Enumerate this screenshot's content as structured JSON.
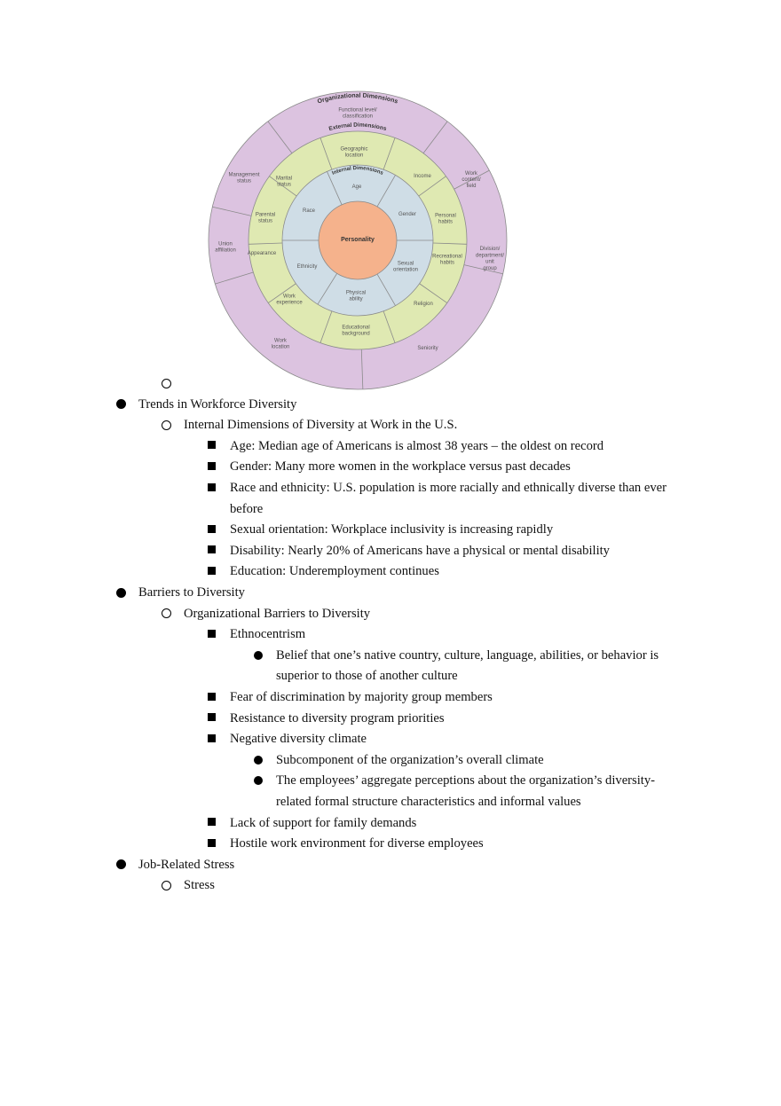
{
  "diagram": {
    "ring_labels": {
      "organizational": "Organizational Dimensions",
      "external": "External Dimensions",
      "internal": "Internal Dimensions"
    },
    "core": "Personality",
    "colors": {
      "organizational": "#dcc3e0",
      "external": "#dfe9b2",
      "internal": "#cfdde6",
      "core": "#f5b28c",
      "stroke": "#8a8a8a"
    },
    "organizational_items": [
      [
        "Functional level/",
        "classification"
      ],
      [
        "Work",
        "content/",
        "field"
      ],
      [
        "Division/",
        "department/",
        "unit",
        "group"
      ],
      [
        "Seniority"
      ],
      [
        "Work",
        "location"
      ],
      [
        "Union",
        "affiliation"
      ],
      [
        "Management",
        "status"
      ]
    ],
    "external_items": [
      [
        "Geographic",
        "location"
      ],
      [
        "Income"
      ],
      [
        "Personal",
        "habits"
      ],
      [
        "Recreational",
        "habits"
      ],
      [
        "Religion"
      ],
      [
        "Educational",
        "background"
      ],
      [
        "Work",
        "experience"
      ],
      [
        "Appearance"
      ],
      [
        "Parental",
        "status"
      ],
      [
        "Marital",
        "status"
      ]
    ],
    "internal_items": [
      [
        "Age"
      ],
      [
        "Gender"
      ],
      [
        "Sexual",
        "orientation"
      ],
      [
        "Physical",
        "ability"
      ],
      [
        "Ethnicity"
      ],
      [
        "Race"
      ]
    ]
  },
  "outline": [
    {
      "level": 2,
      "text": ""
    },
    {
      "level": 1,
      "text": "Trends in Workforce Diversity"
    },
    {
      "level": 2,
      "text": "Internal Dimensions of Diversity at Work in the U.S."
    },
    {
      "level": 3,
      "text": "Age: Median age of Americans is almost 38 years – the oldest on record"
    },
    {
      "level": 3,
      "text": "Gender: Many more women in the workplace versus past decades"
    },
    {
      "level": 3,
      "text": "Race and ethnicity: U.S. population is more racially and ethnically diverse than ever"
    },
    {
      "level": 0,
      "indent": 3,
      "text": "before"
    },
    {
      "level": 3,
      "text": "Sexual orientation: Workplace inclusivity is increasing rapidly"
    },
    {
      "level": 3,
      "text": "Disability: Nearly 20% of Americans have a physical or mental disability"
    },
    {
      "level": 3,
      "text": "Education: Underemployment continues"
    },
    {
      "level": 1,
      "text": "Barriers to Diversity"
    },
    {
      "level": 2,
      "text": "Organizational Barriers to Diversity"
    },
    {
      "level": 3,
      "text": "Ethnocentrism"
    },
    {
      "level": 4,
      "text": "Belief that one’s native country, culture, language, abilities, or behavior is"
    },
    {
      "level": 0,
      "indent": 4,
      "text": "superior to those of another culture"
    },
    {
      "level": 3,
      "text": "Fear of discrimination by majority group members"
    },
    {
      "level": 3,
      "text": "Resistance to diversity program priorities"
    },
    {
      "level": 3,
      "text": "Negative diversity climate"
    },
    {
      "level": 4,
      "text": "Subcomponent of the organization’s overall climate"
    },
    {
      "level": 4,
      "text": "The employees’ aggregate perceptions about the organization’s diversity-"
    },
    {
      "level": 0,
      "indent": 4,
      "text": "related formal structure characteristics and informal values"
    },
    {
      "level": 3,
      "text": "Lack of support for family demands"
    },
    {
      "level": 3,
      "text": "Hostile work environment for diverse employees"
    },
    {
      "level": 1,
      "text": "Job-Related Stress"
    },
    {
      "level": 2,
      "text": "Stress"
    }
  ]
}
